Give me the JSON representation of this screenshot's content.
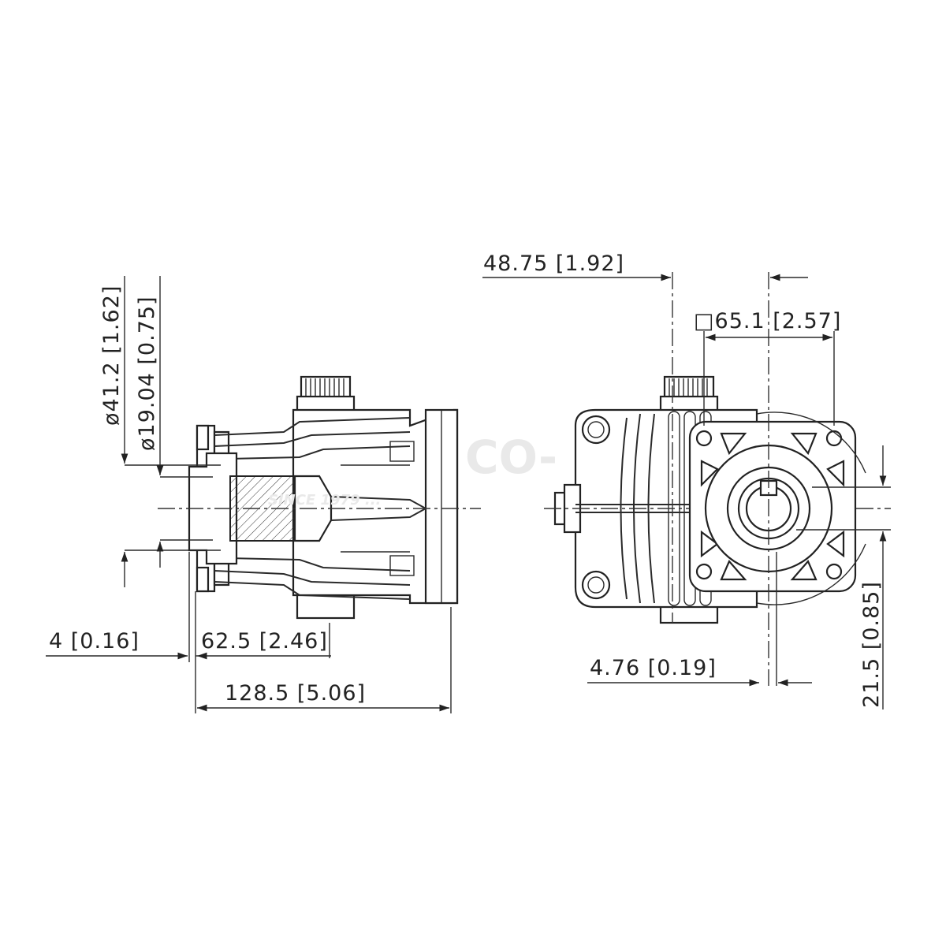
{
  "dimensions": {
    "dia_outer": "ø41.2 [1.62]",
    "dia_inner": "ø19.04 [0.75]",
    "offset_small": "4 [0.16]",
    "mid_length": "62.5 [2.46]",
    "overall_length": "128.5 [5.06]",
    "shaft_offset": "48.75 [1.92]",
    "flange_square": "□65.1 [2.57]",
    "key_width": "4.76 [0.19]",
    "key_height": "21.5 [0.85]"
  },
  "watermark": {
    "main": "CO-",
    "sub": "SINCE 1979 ..."
  }
}
